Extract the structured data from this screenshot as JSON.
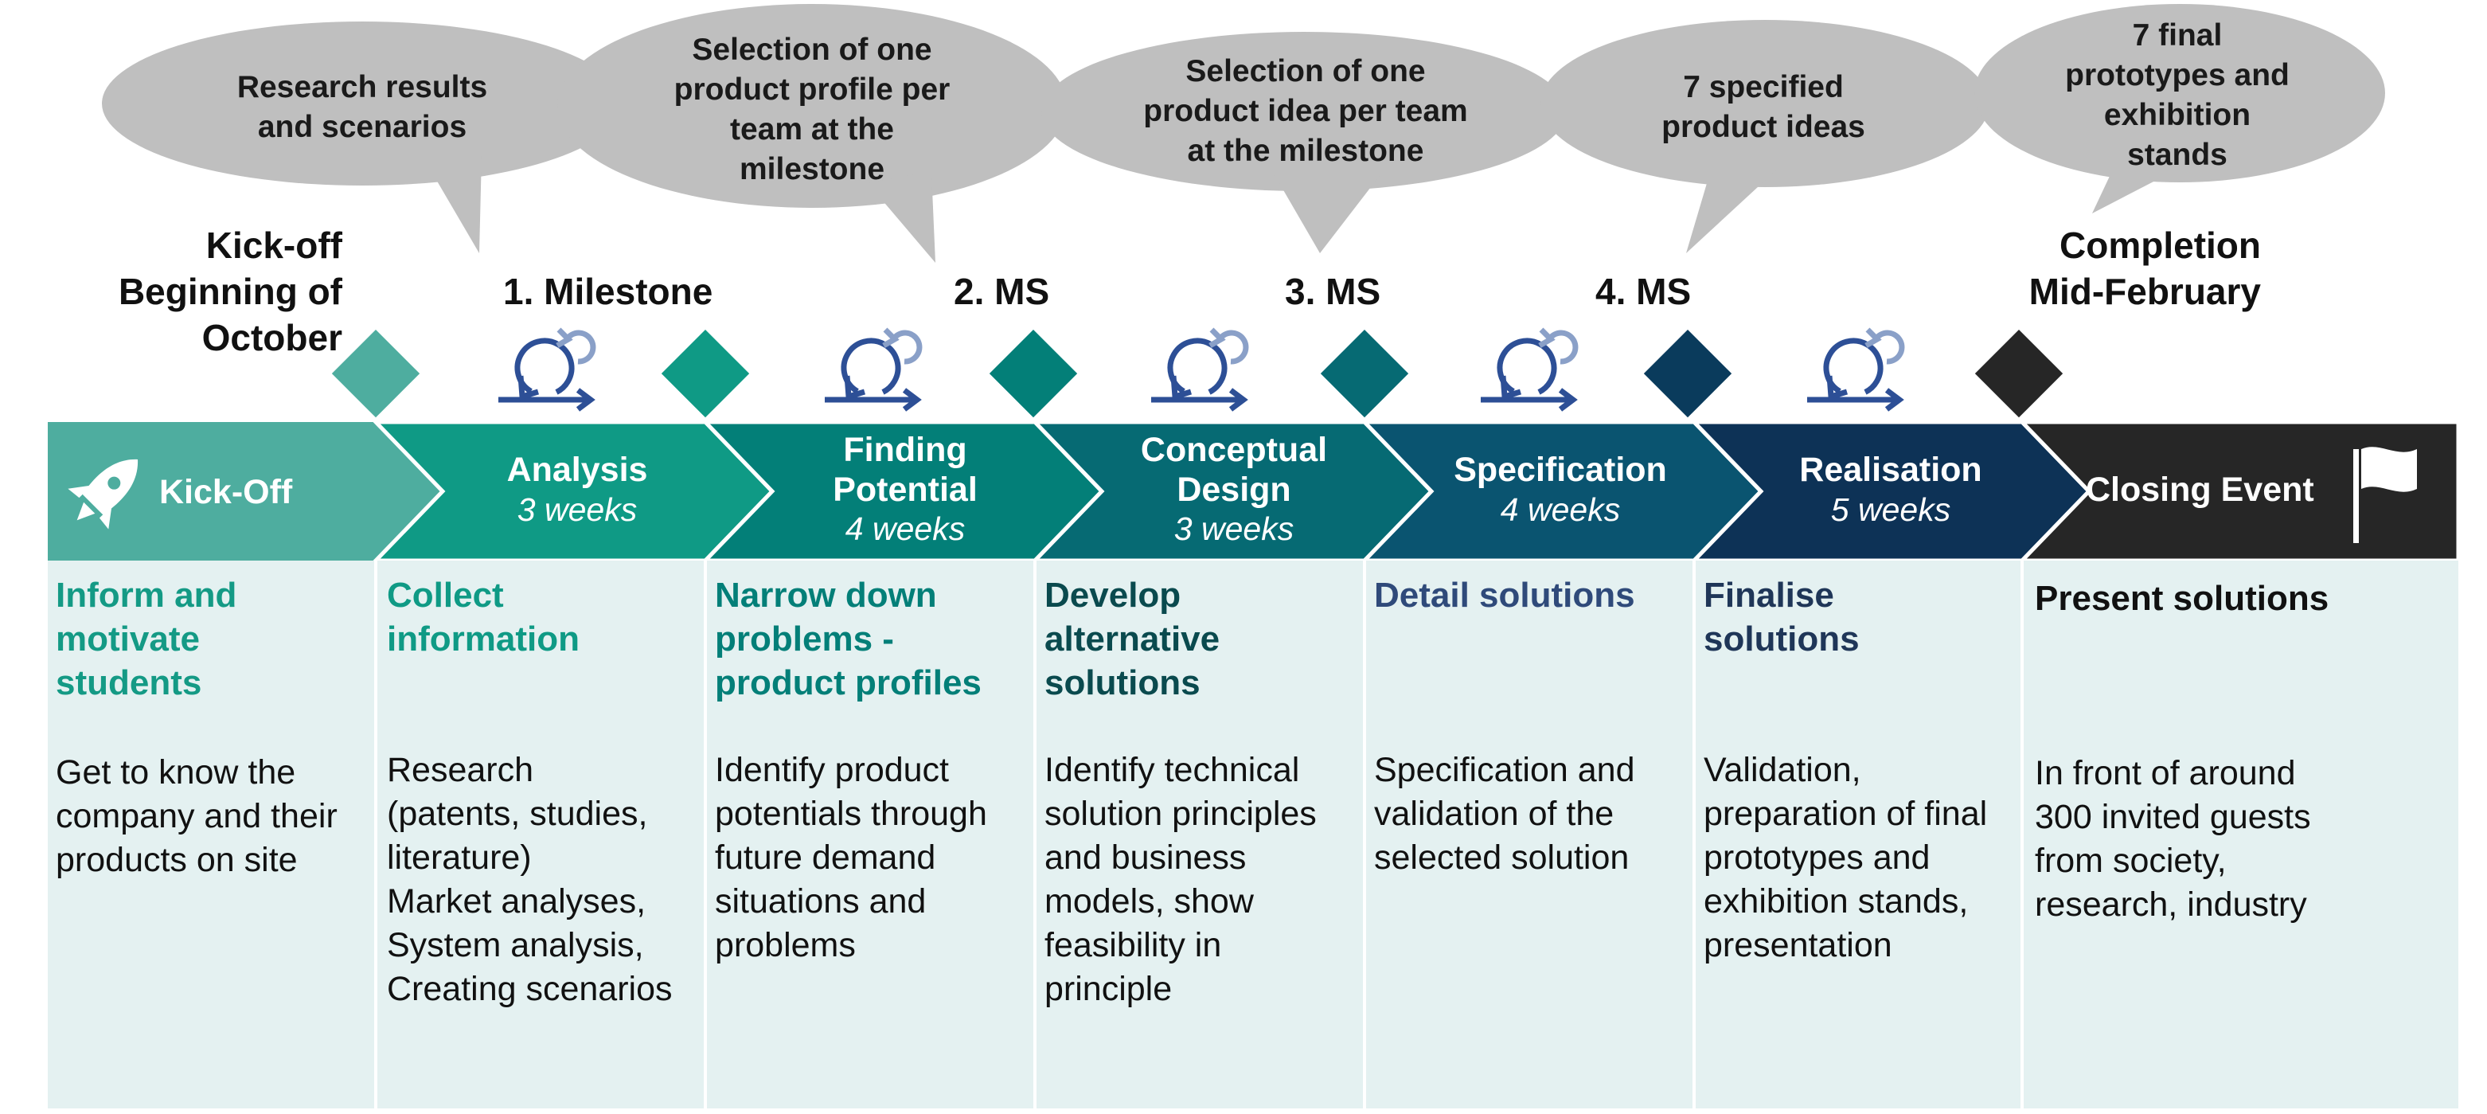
{
  "colors": {
    "kickoff": "#4ead9f",
    "analysis": "#0f9a85",
    "finding": "#037f78",
    "conceptual": "#066a73",
    "specification": "#0a5470",
    "realisation": "#0d3256",
    "closing": "#262626",
    "bubble": "#bfbfbf",
    "column_bg": "#e4f1f1",
    "loop_icon": "#2d4f96",
    "loop_arrow_light": "#8aa0c8"
  },
  "bubbles": [
    {
      "text": "Research results\nand scenarios"
    },
    {
      "text": "Selection of one\nproduct profile per\nteam at the\nmilestone"
    },
    {
      "text": "Selection of one\nproduct idea per team\nat the milestone"
    },
    {
      "text": "7 specified\nproduct ideas"
    },
    {
      "text": "7 final\nprototypes and\nexhibition\nstands"
    }
  ],
  "milestones": {
    "kickoff": "Kick-off\nBeginning of\nOctober",
    "ms1": "1. Milestone",
    "ms2": "2. MS",
    "ms3": "3. MS",
    "ms4": "4. MS",
    "completion": "Completion\nMid-February"
  },
  "phases": [
    {
      "title": "Kick-Off",
      "duration": "",
      "icon": "rocket-icon"
    },
    {
      "title": "Analysis",
      "duration": "3 weeks"
    },
    {
      "title": "Finding\nPotential",
      "duration": "4 weeks"
    },
    {
      "title": "Conceptual\nDesign",
      "duration": "3 weeks"
    },
    {
      "title": "Specification",
      "duration": "4 weeks"
    },
    {
      "title": "Realisation",
      "duration": "5 weeks"
    },
    {
      "title": "Closing Event",
      "duration": "",
      "icon": "flag-icon"
    }
  ],
  "columns": [
    {
      "heading": "Inform and\nmotivate\nstudents",
      "body": "Get to know the\ncompany and their\nproducts on site"
    },
    {
      "heading": "Collect\ninformation",
      "body": "Research\n(patents, studies,\nliterature)\nMarket analyses,\nSystem analysis,\nCreating scenarios"
    },
    {
      "heading": "Narrow down\nproblems -\nproduct profiles",
      "body": "Identify product\npotentials through\nfuture demand\nsituations and\nproblems"
    },
    {
      "heading": "Develop\nalternative\nsolutions",
      "body": "Identify technical\nsolution principles\nand business\nmodels, show\nfeasibility in\nprinciple"
    },
    {
      "heading": "Detail solutions",
      "body": "Specification and\nvalidation of the\nselected solution"
    },
    {
      "heading": "Finalise\nsolutions",
      "body": "Validation,\npreparation of final\nprototypes and\nexhibition stands,\npresentation"
    },
    {
      "heading": "Present solutions",
      "body": "In front of around\n300 invited guests\nfrom society,\nresearch, industry"
    }
  ]
}
